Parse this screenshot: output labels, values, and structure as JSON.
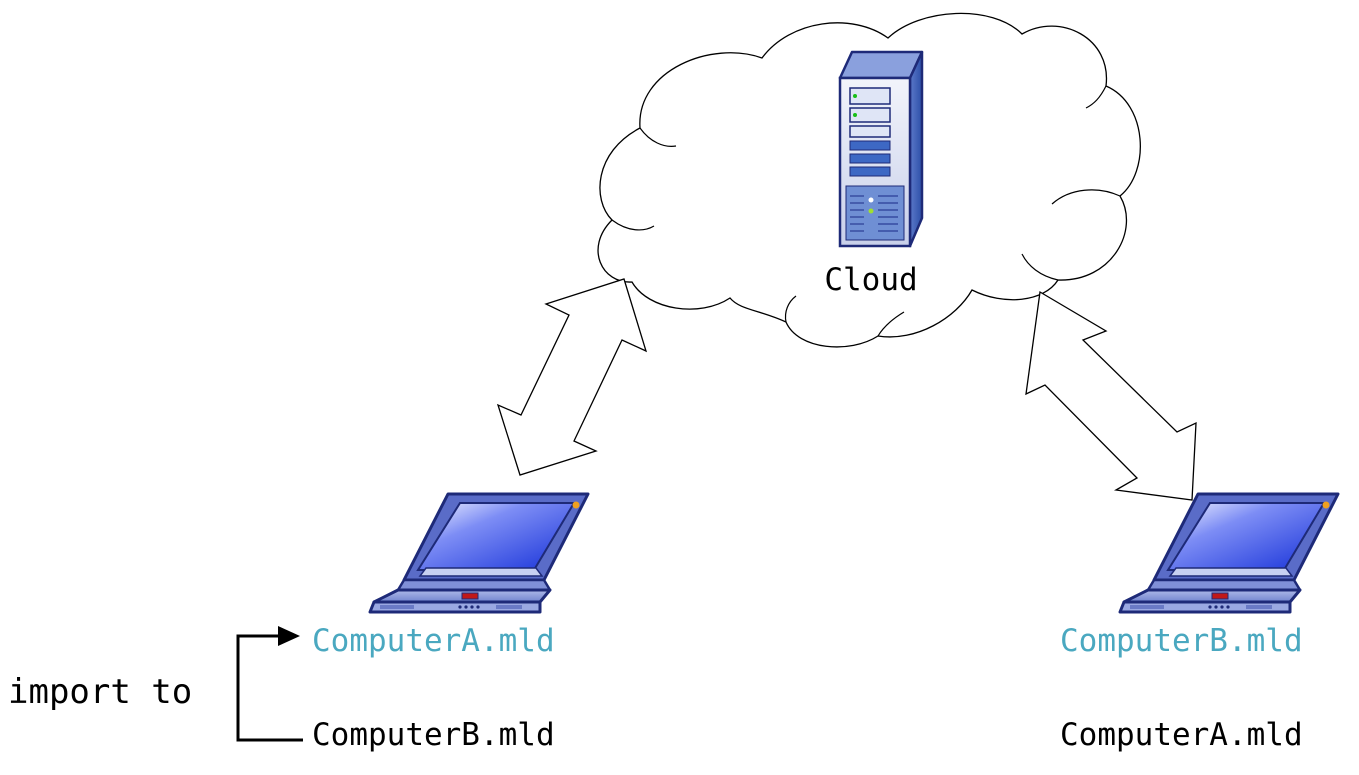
{
  "cloud": {
    "label": "Cloud"
  },
  "computer_a": {
    "own_file": "ComputerA.mld",
    "other_file": "ComputerB.mld"
  },
  "computer_b": {
    "own_file": "ComputerB.mld",
    "other_file": "ComputerA.mld"
  },
  "import_note": {
    "label": "import to"
  },
  "colors": {
    "highlight": "#4aa8c0",
    "laptop_frame": "#2a3a8c",
    "laptop_screen": "#1d3fe0"
  }
}
